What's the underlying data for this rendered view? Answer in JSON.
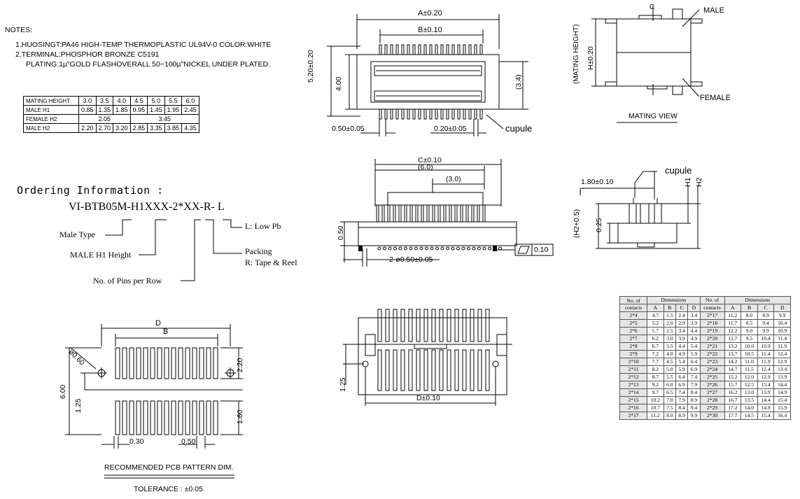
{
  "notes": {
    "title": "NOTES:",
    "line1": "1.HUOSINGT:PA46 HIGH-TEMP THERMOPLASTIC UL94V-0 COLOR:WHITE",
    "line2": "2.TERMINAL:PHOSPHOR BRONZE C5191",
    "line3": "PLATING:1µ\"GOLD FLASHOVERALL 50~100µ\"NICKEL UNDER PLATED."
  },
  "mating_table": {
    "header": [
      "MATING HEIGHT",
      "3.0",
      "3.5",
      "4.0",
      "4.5",
      "5.0",
      "5.5",
      "6.0"
    ],
    "male_h1": [
      "MALE H1",
      "0.85",
      "1.35",
      "1.85",
      "0.95",
      "1.45",
      "1.95",
      "2.45"
    ],
    "female_h2": [
      "FEMALE H2",
      "2.05",
      "3.45"
    ],
    "male_h2": [
      "MALE H2",
      "2.20",
      "2.70",
      "3.20",
      "2.85",
      "3.35",
      "3.85",
      "4.35"
    ]
  },
  "ordering": {
    "title": "Ordering Information :",
    "code": "VI-BTB05M-H1XXX-2*XX-R- L",
    "male_type": "Male Type",
    "male_h1_height": "MALE H1 Height",
    "pins_per_row": "No. of Pins per Row",
    "low_pb": "L: Low Pb",
    "packing": "Packing",
    "tape_reel": "R: Tape & Reel"
  },
  "top_view": {
    "dim_a": "A±0.20",
    "dim_b": "B±0.10",
    "dim_520": "5.20±0.20",
    "dim_400": "4.00",
    "dim_34": "(3.4)",
    "dim_050": "0.50±0.05",
    "dim_020": "0.20±0.05",
    "cupule": "cupule"
  },
  "side_view": {
    "dim_c": "C±0.10",
    "dim_60": "(6.0)",
    "dim_30": "(3.0)",
    "dim_050": "0.50",
    "dim_holes": "2-ø0.50±0.05",
    "flatness": "0.10"
  },
  "bottom_view": {
    "dim_d": "D±0.10",
    "dim_125": "1.25"
  },
  "mating_view": {
    "label_c": "C",
    "male": "MALE",
    "female": "FEMALE",
    "mating_height": "(MATING HEIGHT)",
    "h_dim": "H±0.20",
    "title": "MATING VIEW"
  },
  "detail_view": {
    "cupule": "cupule",
    "dim_180": "1.80±0.10",
    "h1": "H1",
    "h2": "H2",
    "h2_05": "(H2+0.5)",
    "dim_025": "0.25"
  },
  "pcb": {
    "dim_d": "D",
    "dim_b": "B",
    "dim_060": "ø0.60",
    "dim_220": "2.20",
    "dim_600": "6.00",
    "dim_125": "1.25",
    "dim_160": "1.60",
    "dim_030": "0.30",
    "dim_050": "0.50",
    "title": "RECOMMENDED PCB PATTERN DIM.",
    "tolerance": "TOLERANCE : ±0.05"
  },
  "dim_table": {
    "h_contacts_1": "No. of",
    "h_contacts_2": "contacts",
    "h_dimensions": "Dimensions",
    "cols": [
      "A",
      "B",
      "C",
      "D"
    ],
    "left": [
      [
        "2*4",
        "4.7",
        "1.5",
        "2.4",
        "3.4"
      ],
      [
        "2*5",
        "5.2",
        "2.0",
        "2.9",
        "3.9"
      ],
      [
        "2*6",
        "5.7",
        "2.5",
        "3.4",
        "4.4"
      ],
      [
        "2*7",
        "6.2",
        "3.0",
        "3.9",
        "4.9"
      ],
      [
        "2*8",
        "6.7",
        "3.5",
        "4.4",
        "5.4"
      ],
      [
        "2*9",
        "7.2",
        "4.0",
        "4.9",
        "5.9"
      ],
      [
        "2*10",
        "7.7",
        "4.5",
        "5.4",
        "6.4"
      ],
      [
        "2*11",
        "8.2",
        "5.0",
        "5.9",
        "6.9"
      ],
      [
        "2*12",
        "8.7",
        "5.5",
        "6.4",
        "7.4"
      ],
      [
        "2*13",
        "9.2",
        "6.0",
        "6.9",
        "7.9"
      ],
      [
        "2*14",
        "9.7",
        "6.5",
        "7.4",
        "8.4"
      ],
      [
        "2*15",
        "10.2",
        "7.0",
        "7.9",
        "8.9"
      ],
      [
        "2*16",
        "10.7",
        "7.5",
        "8.4",
        "9.4"
      ],
      [
        "2*17",
        "11.2",
        "8.0",
        "8.9",
        "9.9"
      ]
    ],
    "right": [
      [
        "2*17",
        "11.2",
        "8.0",
        "8.9",
        "9.9"
      ],
      [
        "2*18",
        "11.7",
        "8.5",
        "9.4",
        "10.4"
      ],
      [
        "2*19",
        "12.2",
        "9.0",
        "9.9",
        "10.9"
      ],
      [
        "2*20",
        "12.7",
        "9.5",
        "10.4",
        "11.4"
      ],
      [
        "2*21",
        "13.2",
        "10.0",
        "10.9",
        "11.9"
      ],
      [
        "2*22",
        "13.7",
        "10.5",
        "11.4",
        "12.4"
      ],
      [
        "2*23",
        "14.2",
        "11.0",
        "11.9",
        "12.9"
      ],
      [
        "2*24",
        "14.7",
        "11.5",
        "12.4",
        "13.4"
      ],
      [
        "2*25",
        "15.2",
        "12.0",
        "12.9",
        "13.9"
      ],
      [
        "2*26",
        "15.7",
        "12.5",
        "13.4",
        "14.4"
      ],
      [
        "2*27",
        "16.2",
        "13.0",
        "13.9",
        "14.9"
      ],
      [
        "2*28",
        "16.7",
        "13.5",
        "14.4",
        "15.4"
      ],
      [
        "2*29",
        "17.2",
        "14.0",
        "14.9",
        "15.9"
      ],
      [
        "2*30",
        "17.7",
        "14.5",
        "15.4",
        "16.4"
      ]
    ]
  }
}
